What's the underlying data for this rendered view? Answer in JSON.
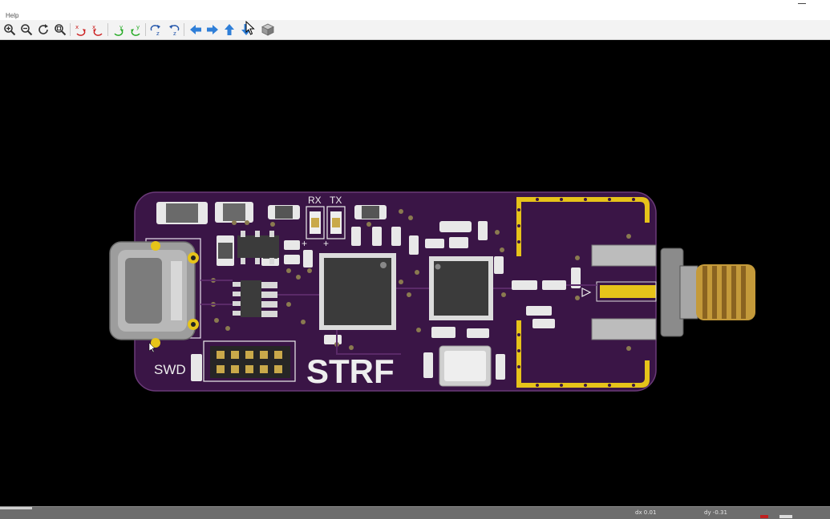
{
  "menubar": {
    "help": "Help"
  },
  "toolbar": {
    "icons": [
      "zoom-in-icon",
      "zoom-out-icon",
      "redraw-icon",
      "zoom-fit-icon",
      "rotate-x-cw-icon",
      "rotate-x-ccw-icon",
      "rotate-y-cw-icon",
      "rotate-y-ccw-icon",
      "rotate-z-cw-icon",
      "rotate-z-ccw-icon",
      "move-left-icon",
      "move-right-icon",
      "move-up-icon",
      "move-down-icon",
      "view-3d-cube-icon"
    ]
  },
  "board": {
    "labels": {
      "rx": "RX",
      "tx": "TX",
      "swd": "SWD",
      "brand": "STRF",
      "plus_left": "+",
      "plus_right": "+"
    },
    "colors": {
      "solder_mask": "#3a1546",
      "copper_gold": "#e6c31a",
      "chip": "#3b3b3b",
      "background": "#000000"
    }
  },
  "status": {
    "dx": "dx 0.01",
    "dy": "dy -0.31"
  }
}
